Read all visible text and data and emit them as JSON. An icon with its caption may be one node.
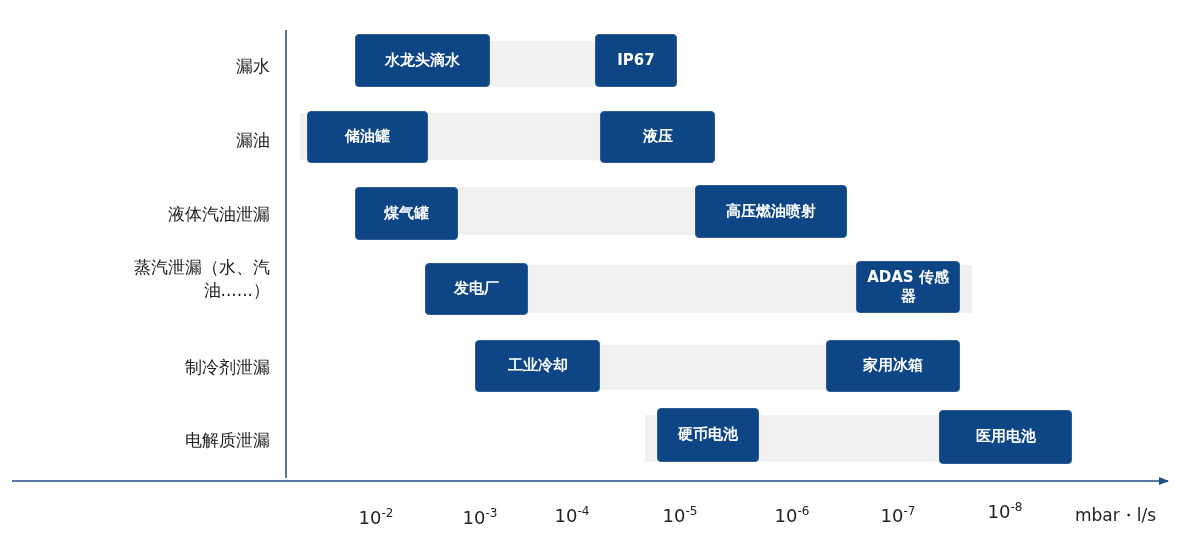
{
  "diagram": {
    "nodes": [
      {
        "text": [
          "水龙头滴水"
        ]
      },
      {
        "text": [
          "IP67"
        ]
      },
      {
        "text": [
          "储油罐"
        ]
      },
      {
        "text": [
          "液压"
        ]
      },
      {
        "text": [
          "煤气罐"
        ]
      },
      {
        "text": [
          "高压燃油喷射"
        ]
      },
      {
        "text": [
          "发电厂"
        ]
      },
      {
        "text": [
          "ADAS 传感器"
        ]
      },
      {
        "text": [
          "工业冷却"
        ]
      },
      {
        "text": [
          "家用冰箱"
        ]
      },
      {
        "text": [
          "硬币电池"
        ]
      },
      {
        "text": [
          "医用电池"
        ]
      }
    ],
    "edges": [],
    "labels": [
      "漏水",
      "漏油",
      "液体汽油泄漏",
      "蒸汽泄漏（水、汽油......）",
      "制冷剂泄漏",
      "电解质泄漏",
      "10$^{-2}$",
      "10$^{-3}$",
      "10$^{-4}$",
      "10$^{-5}$",
      "10$^{-6}$",
      "10$^{-7}$",
      "10$^{-8}$",
      "mbar・l/s"
    ]
  }
}
